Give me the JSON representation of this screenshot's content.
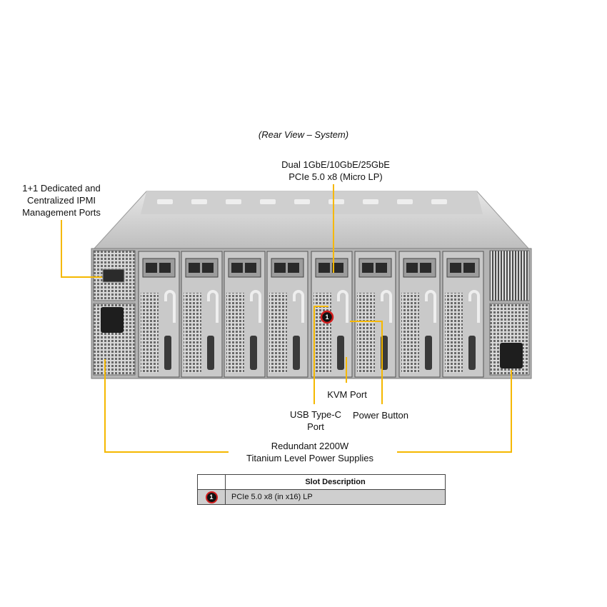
{
  "caption": "(Rear View – System)",
  "callouts": {
    "nic": [
      "Dual 1GbE/10GbE/25GbE",
      "PCIe 5.0 x8 (Micro LP)"
    ],
    "ipmi": [
      "1+1 Dedicated and",
      "Centralized IPMI",
      "Management Ports"
    ],
    "kvm": "KVM Port",
    "usb": [
      "USB Type-C",
      "Port"
    ],
    "power_button": "Power Button",
    "psu": [
      "Redundant  2200W",
      "Titanium  Level Power Supplies"
    ]
  },
  "marker": "1",
  "table": {
    "header": "Slot Description",
    "rows": [
      {
        "num": "1",
        "desc": "PCIe 5.0 x8 (in x16) LP"
      }
    ]
  },
  "colors": {
    "callout_line": "#f5b800",
    "marker_ring": "#d21d1d",
    "chassis": "#b9b9b9"
  }
}
